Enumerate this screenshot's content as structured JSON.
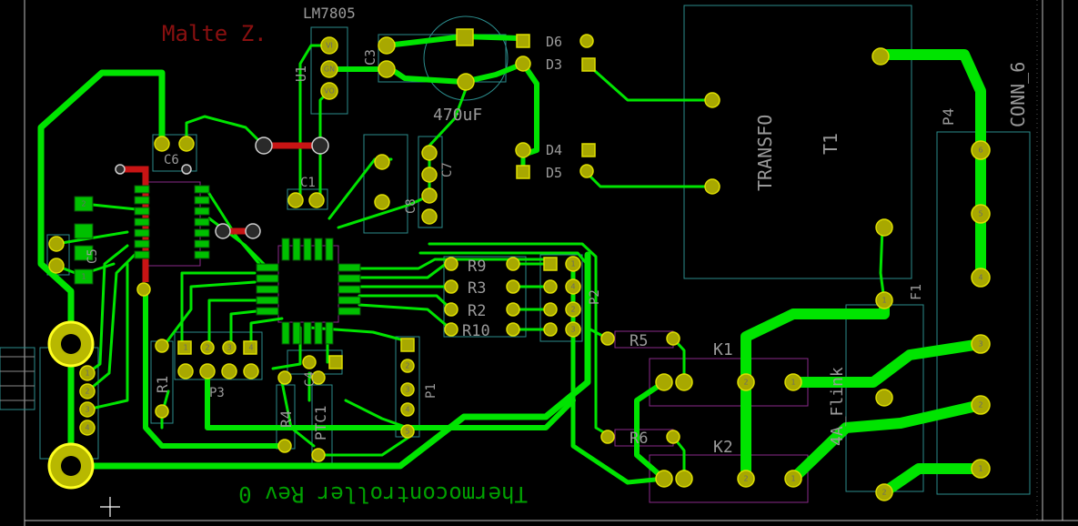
{
  "board": {
    "author": "Malte Z.",
    "title": "Thermocontroller Rev 0"
  },
  "colors": {
    "background": "#000000",
    "track": "#00e400",
    "track_bright": "#22ff22",
    "track_red": "#c81414",
    "copper_pad": "#a8a800",
    "silk": "#9a9a9a",
    "outline_cyan": "#2b8c8c",
    "outline_magenta": "#8a2a8a",
    "author_text": "#8a1010",
    "title_text": "#00a000"
  },
  "labels": {
    "lm7805": "LM7805",
    "u1": "U1",
    "c3": "C3",
    "cap_value": "470uF",
    "d6": "D6",
    "d3": "D3",
    "d4": "D4",
    "d5": "D5",
    "c6": "C6",
    "c1": "C1",
    "c5": "C5",
    "c8": "C8",
    "c7": "C7",
    "c4": "C4",
    "r9": "R9",
    "r3": "R3",
    "r2": "R2",
    "r10": "R10",
    "r5": "R5",
    "r6": "R6",
    "r1": "R1",
    "r4": "R4",
    "p1": "P1",
    "p2": "P2",
    "p3": "P3",
    "p4": "P4",
    "ptc1": "PTC1",
    "k1": "K1",
    "k2": "K2",
    "f1": "F1",
    "fuse_value": "4A_Flink",
    "transfo": "TRANSFO",
    "t1": "T1",
    "conn6": "CONN_6"
  },
  "pad_numbers": {
    "one": "1",
    "two": "2",
    "three": "3",
    "four": "4",
    "five": "5",
    "six": "6",
    "vi": "VI",
    "gn": "GN",
    "vo": "VO",
    "ten": "10"
  },
  "icons": {
    "origin_cross": "crosshair-icon"
  }
}
